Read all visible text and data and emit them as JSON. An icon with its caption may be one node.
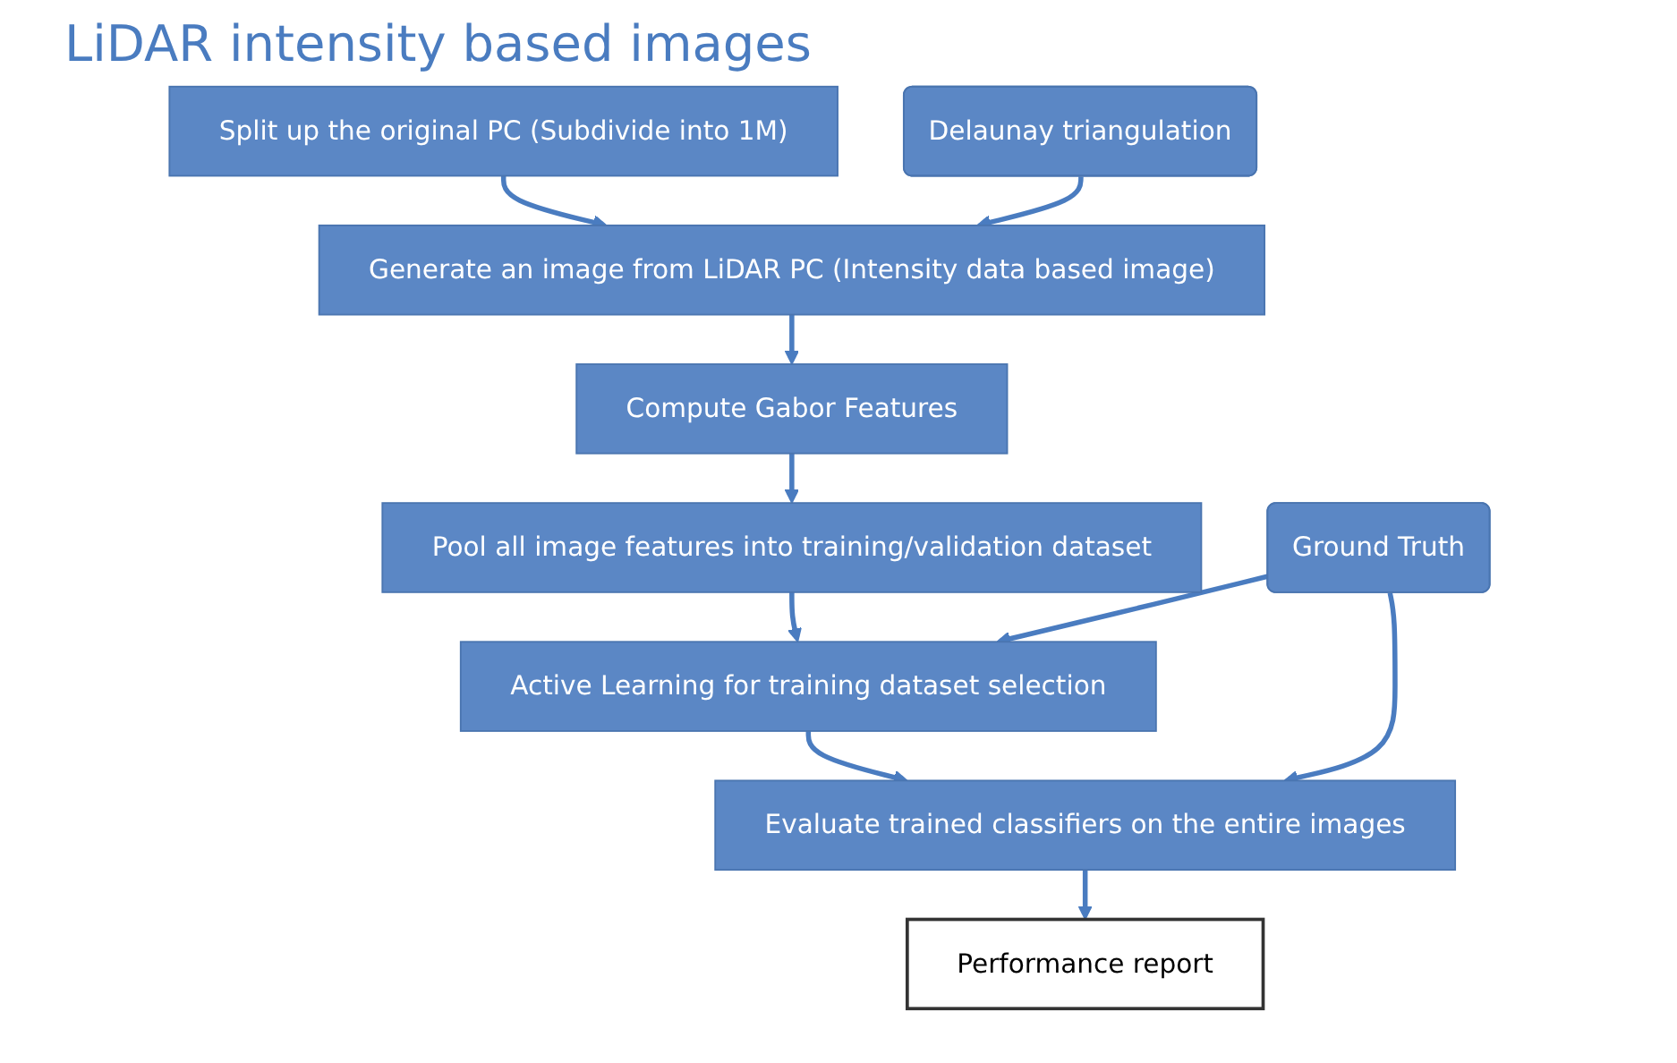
{
  "diagram": {
    "title": "LiDAR intensity based images",
    "nodes": [
      {
        "text": [
          "Split up the original PC (Subdivide into 1M)"
        ]
      },
      {
        "text": [
          "Generate an image from LiDAR PC (Intensity data based image)"
        ]
      },
      {
        "text": [
          "Compute Gabor Features"
        ]
      },
      {
        "text": [
          "Pool all image features into training/validation dataset"
        ]
      },
      {
        "text": [
          "Active Learning for training dataset selection"
        ]
      },
      {
        "text": [
          "Evaluate trained classifiers on the entire images"
        ]
      },
      {
        "text": [
          "Performance report"
        ]
      },
      {
        "text": [
          "Delaunay triangulation"
        ]
      },
      {
        "text": [
          "Ground Truth"
        ]
      }
    ],
    "edges": [
      {
        "from": 0,
        "to": 1,
        "arrow": "to"
      },
      {
        "from": 1,
        "to": 2,
        "arrow": "to"
      },
      {
        "from": 2,
        "to": 3,
        "arrow": "to"
      },
      {
        "from": 3,
        "to": 4,
        "arrow": "to"
      },
      {
        "from": 4,
        "to": 5,
        "arrow": "to"
      },
      {
        "from": 5,
        "to": 6,
        "arrow": "to"
      },
      {
        "from": 7,
        "to": 1,
        "arrow": "to"
      },
      {
        "from": 8,
        "to": 4,
        "arrow": "to"
      },
      {
        "from": 8,
        "to": 5,
        "arrow": "to"
      }
    ]
  }
}
